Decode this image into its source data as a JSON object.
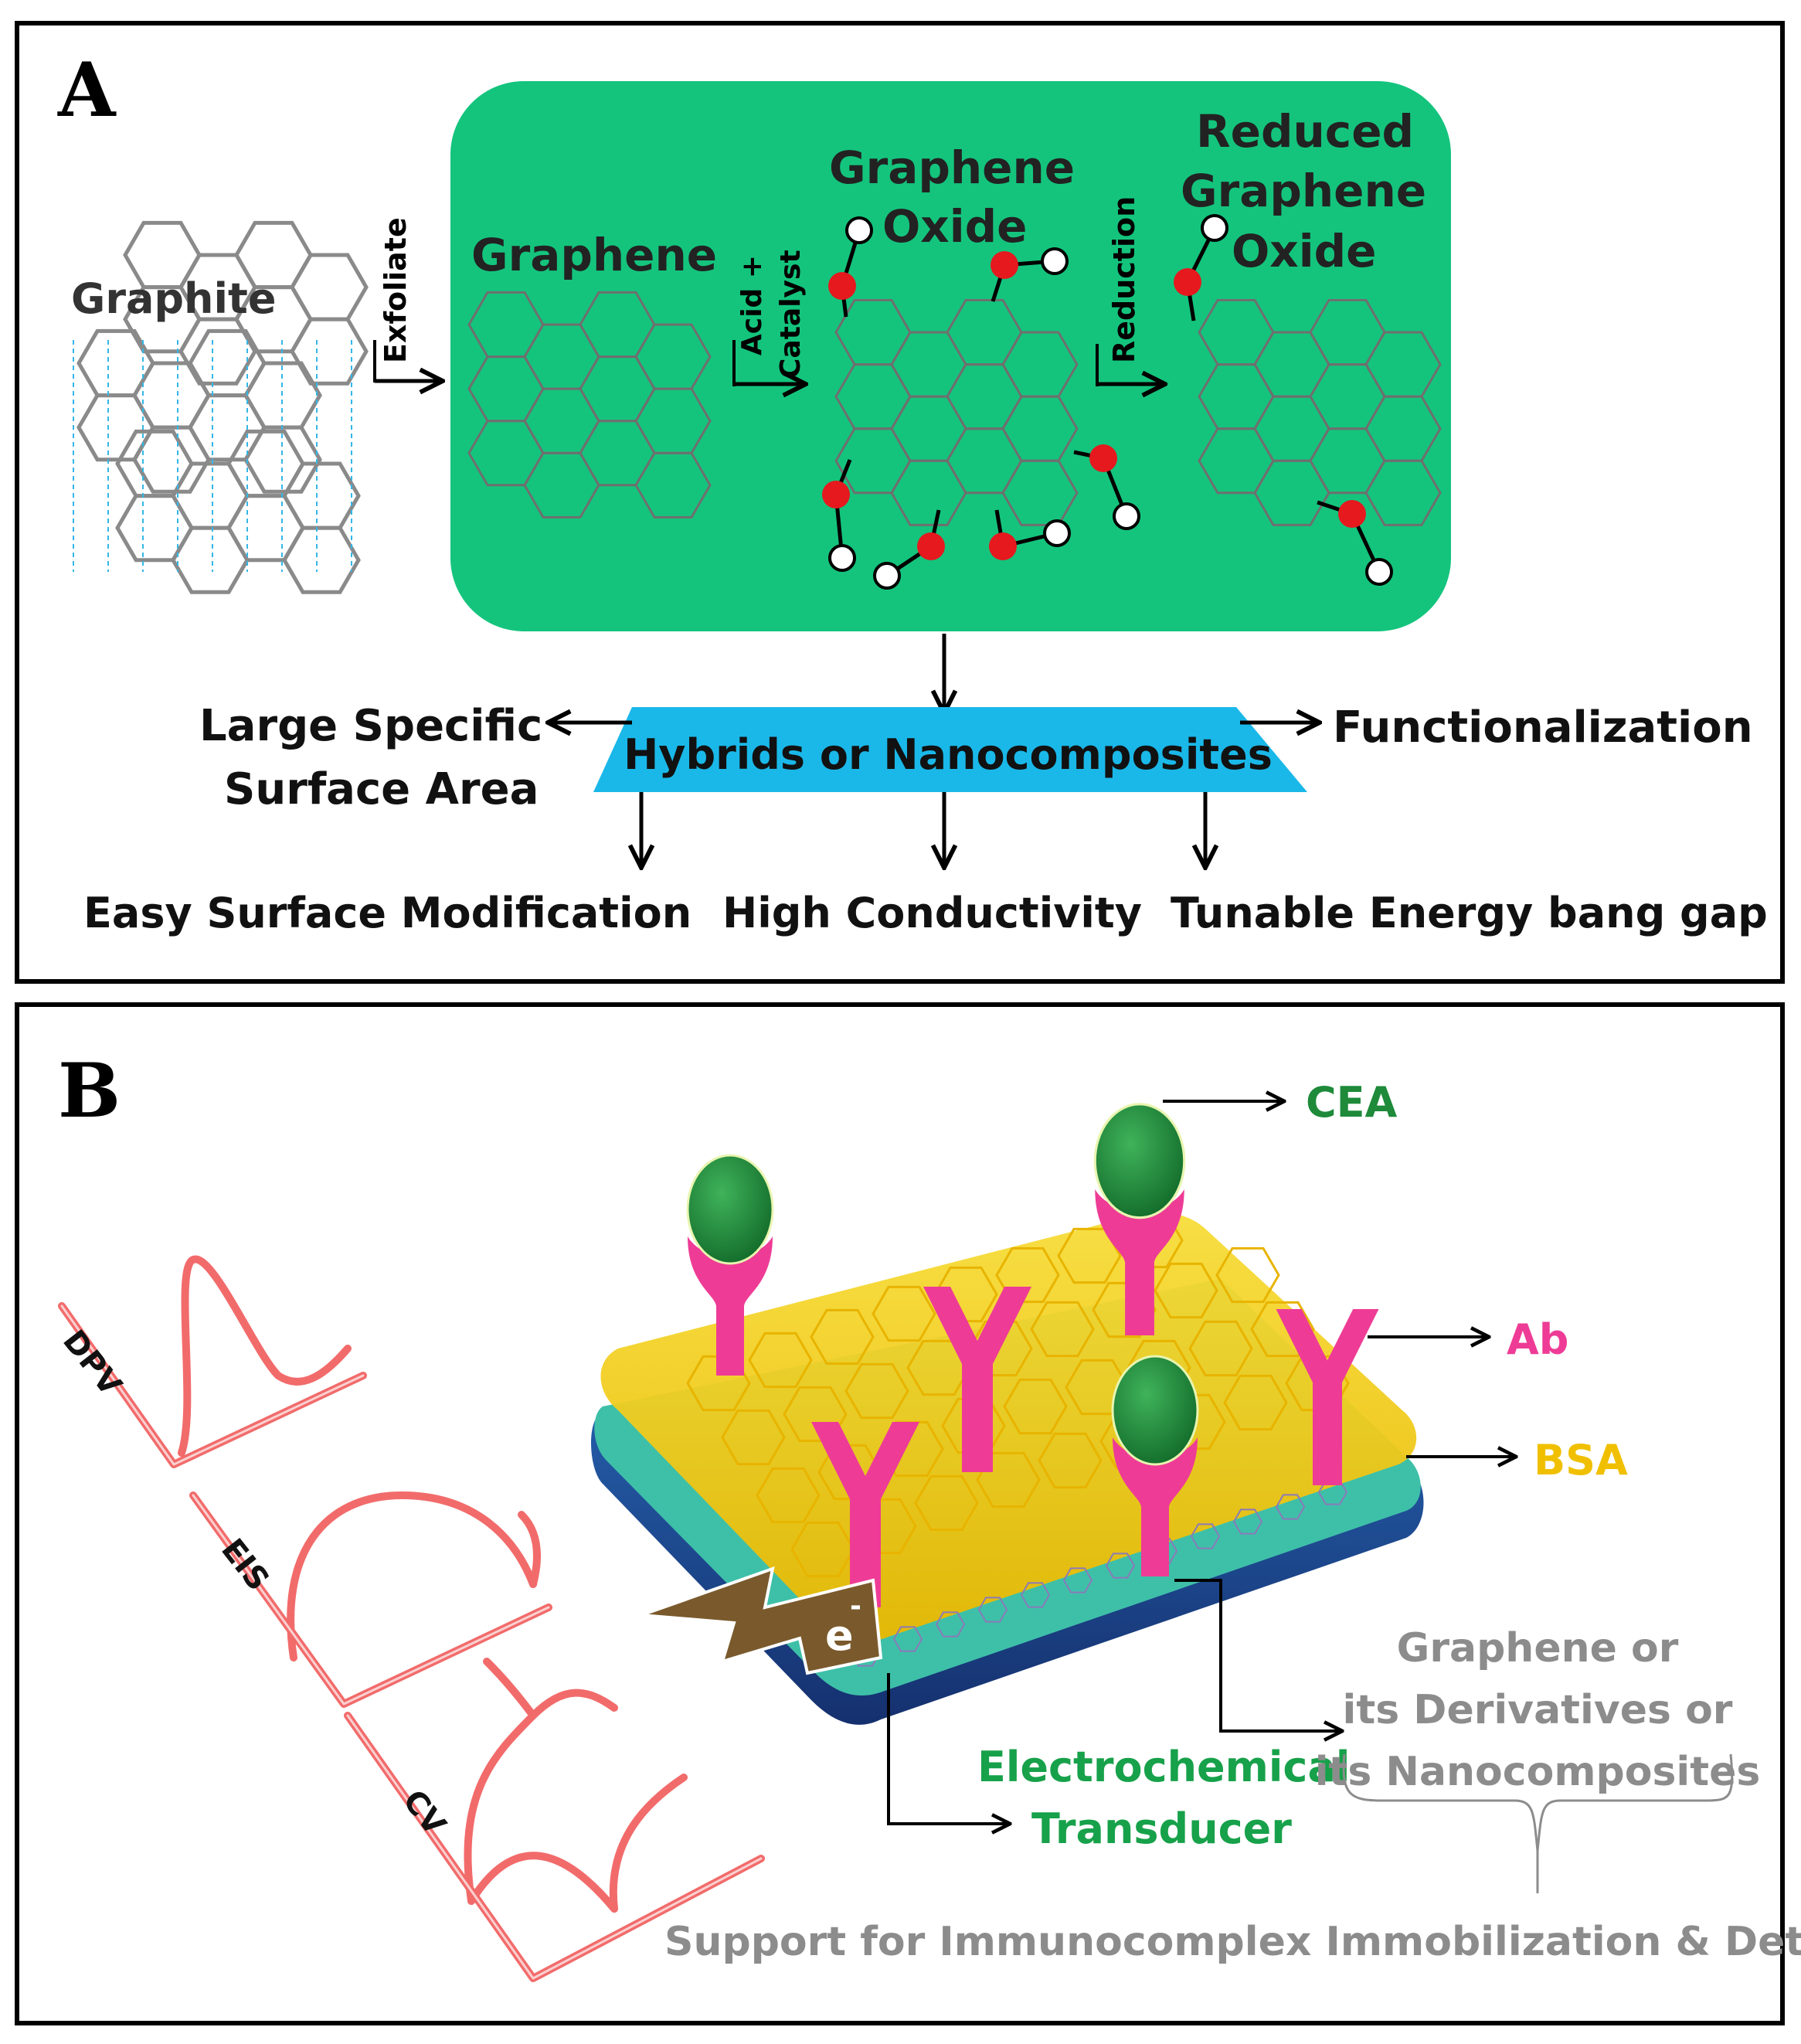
{
  "panel_a": {
    "letter": "A",
    "graphite": "Graphite",
    "exfoliate": "Exfoliate",
    "graphene": "Graphene",
    "acid": "Acid +",
    "catalyst": "Catalyst",
    "go_line1": "Graphene",
    "go_line2": "Oxide",
    "reduction": "Reduction",
    "rgo_line1": "Reduced",
    "rgo_line2": "Graphene",
    "rgo_line3": "Oxide",
    "hybrids": "Hybrids or Nanocomposites",
    "large_line1": "Large Specific",
    "large_line2": "Surface Area",
    "functionalization": "Functionalization",
    "easy": "Easy Surface Modification",
    "high": "High Conductivity",
    "tunable": "Tunable Energy bang gap"
  },
  "panel_b": {
    "letter": "B",
    "cea": "CEA",
    "ab": "Ab",
    "bsa": "BSA",
    "electron": "e",
    "electron_sup": "-",
    "dpv": "DPV",
    "eis": "EIS",
    "cv": "CV",
    "transducer_line1": "Electrochemical",
    "transducer_line2": "Transducer",
    "graphene_line1": "Graphene or",
    "graphene_line2": "its Derivatives or",
    "graphene_line3": "its Nanocomposites",
    "support": "Support for Immunocomplex Immobilization & Detection"
  },
  "colors": {
    "green_box": "#14c47d",
    "cyan": "#1ab8e8",
    "cea_green": "#1e8a3a",
    "ab_pink": "#ee3c96",
    "bsa_yellow": "#f0c000",
    "signal_red": "#f26b6b",
    "oxygen_red": "#e5191e",
    "lattice_gray": "#888888",
    "electrode_blue": "#1b3f8a",
    "bolt_brown": "#7a5a2c",
    "gray_text": "#8c8c8c"
  }
}
